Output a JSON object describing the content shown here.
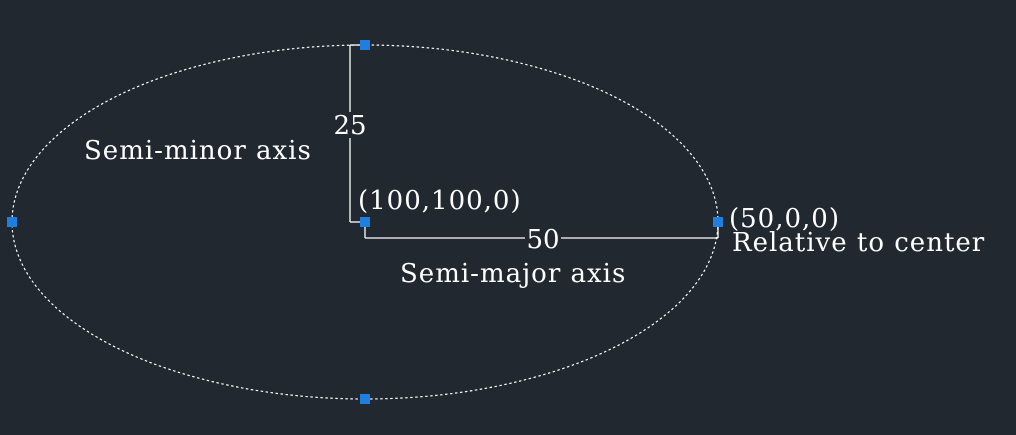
{
  "colors": {
    "background": "#212830",
    "linework": "#ffffff",
    "grip": "#1e7fe0"
  },
  "labels": {
    "semi_minor_axis": "Semi-minor axis",
    "semi_major_axis": "Semi-major axis",
    "center_point": "(100,100,0)",
    "endpoint": "(50,0,0)",
    "relative_note": "Relative to center",
    "minor_dimension": "25",
    "major_dimension": "50"
  }
}
